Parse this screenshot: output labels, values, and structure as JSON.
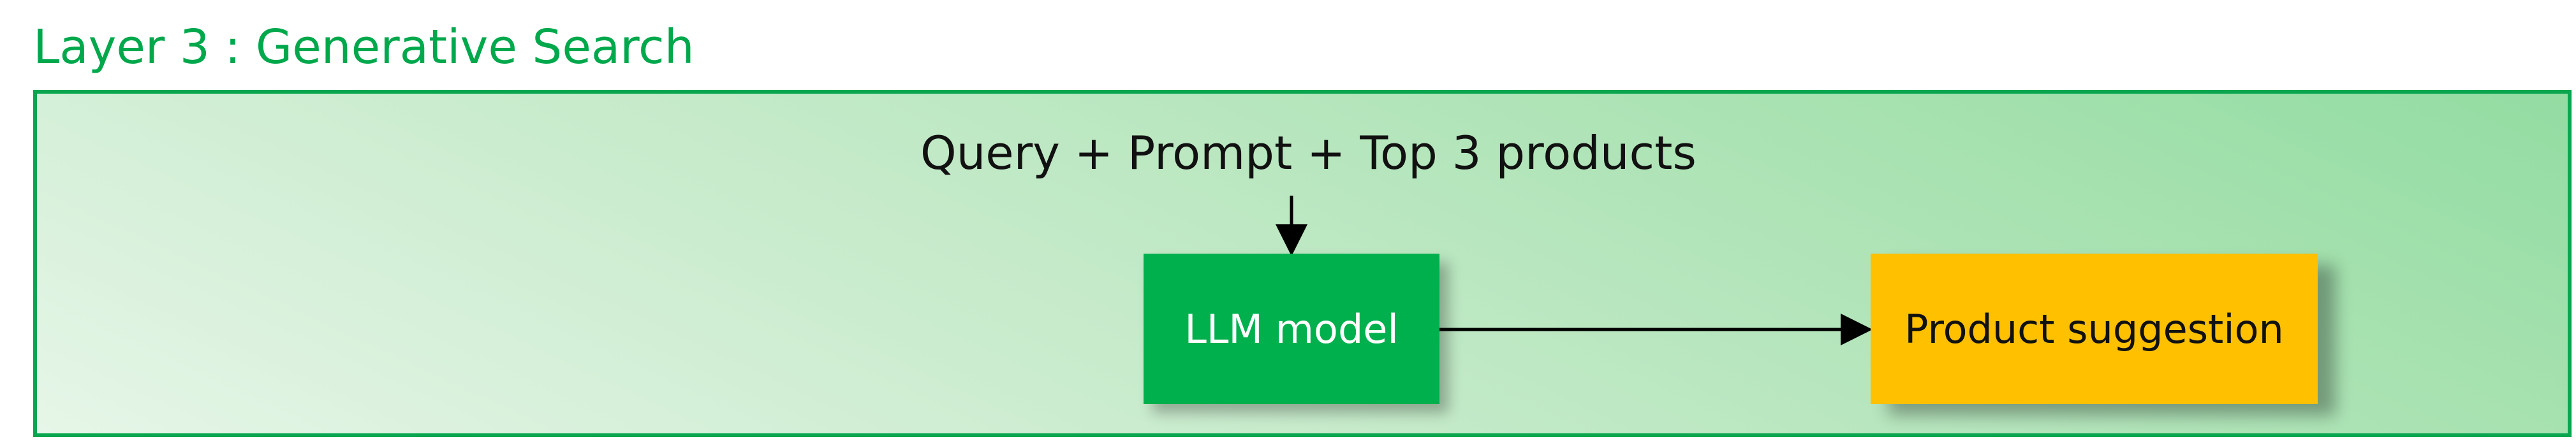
{
  "layer_title": "Layer 3 : Generative Search",
  "diagram": {
    "input_label": "Query + Prompt + Top 3 products",
    "nodes": {
      "llm_model": "LLM model",
      "product_suggestion": "Product suggestion"
    },
    "edges": [
      {
        "from": "input_label",
        "to": "llm_model"
      },
      {
        "from": "llm_model",
        "to": "product_suggestion"
      }
    ]
  },
  "colors": {
    "title_green": "#00a84c",
    "panel_border": "#0aa64f",
    "llm_box": "#00b04d",
    "product_box": "#ffc000",
    "arrow": "#000000"
  }
}
